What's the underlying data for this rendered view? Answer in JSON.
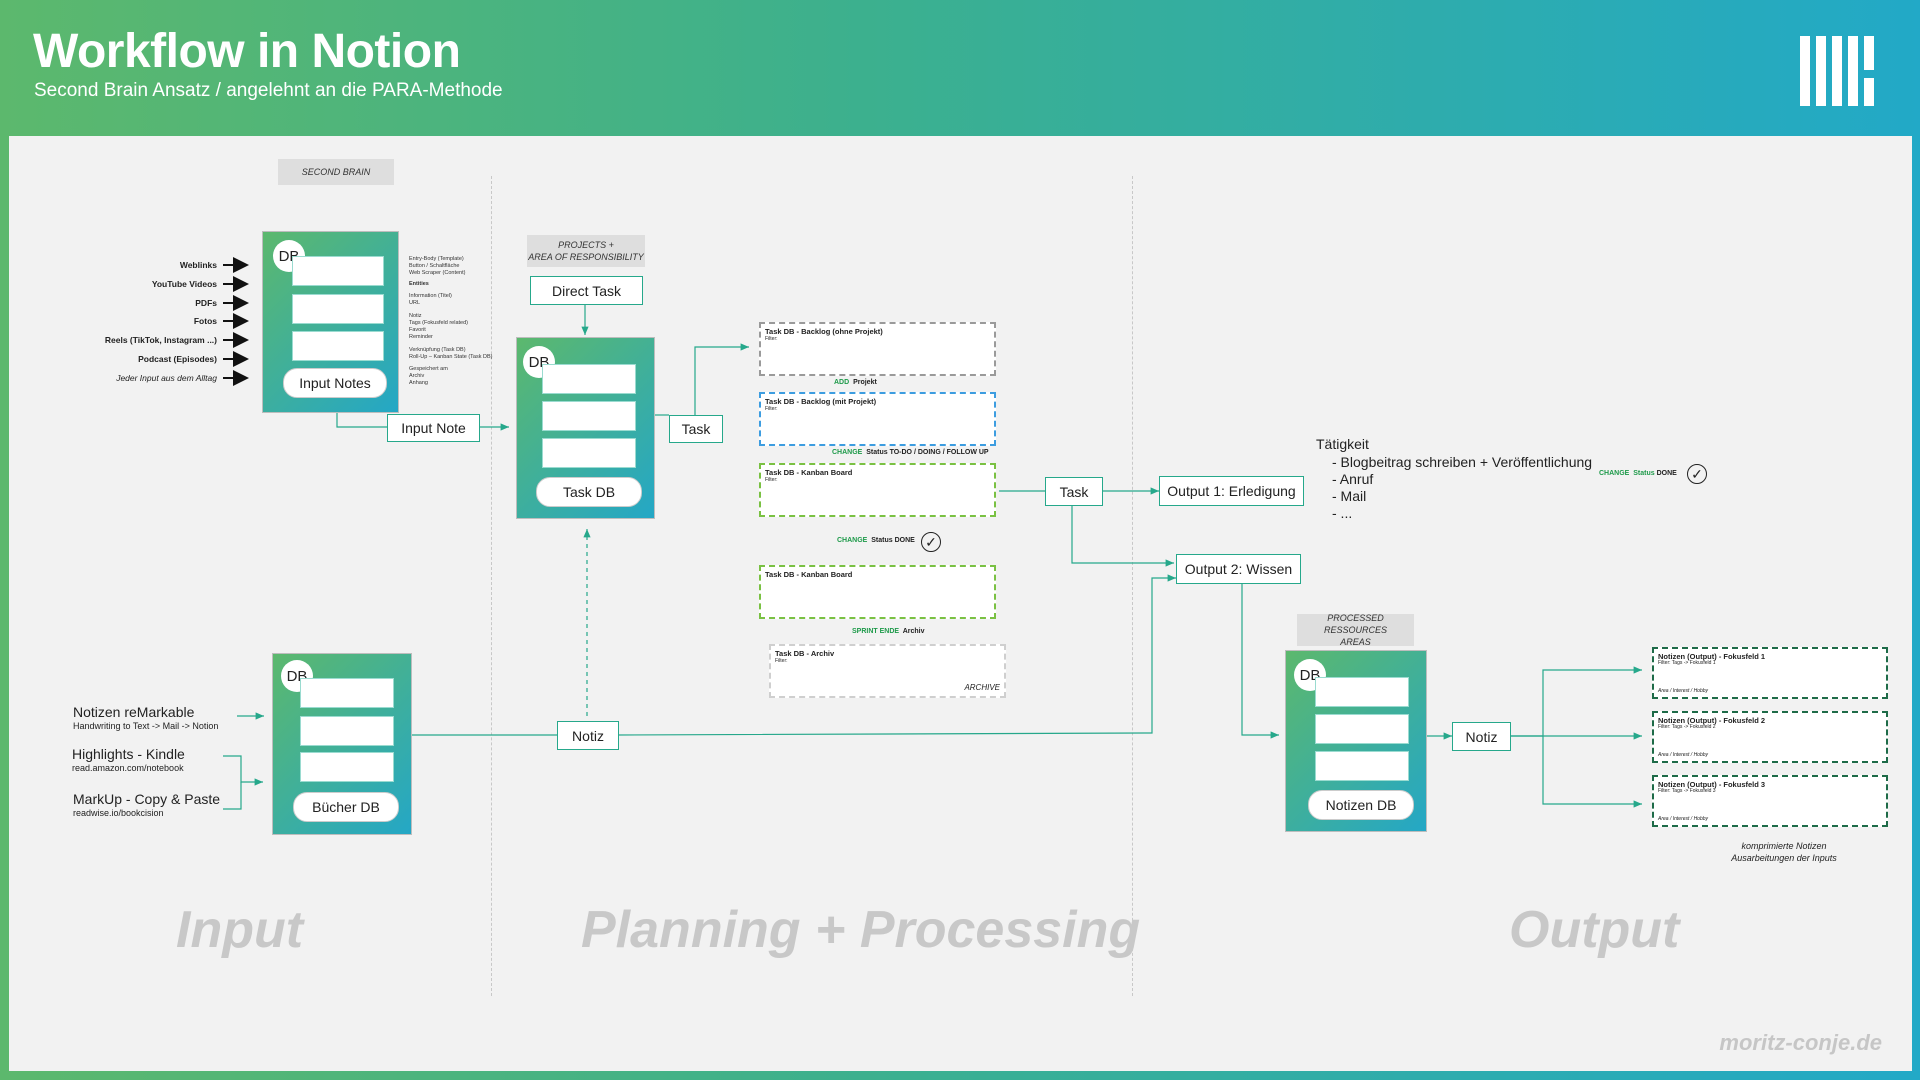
{
  "header": {
    "title": "Workflow in Notion",
    "subtitle": "Second Brain Ansatz / angelehnt an die PARA-Methode"
  },
  "colors": {
    "accent_green": "#5cb86d",
    "accent_teal": "#22a9c7",
    "line": "#26a88b",
    "dash_grey": "#9a9a9a",
    "dash_blue": "#3d9de0",
    "dash_green": "#7ac143",
    "dash_dark": "#1e6b48"
  },
  "sections": {
    "input": "Input",
    "planning": "Planning + Processing",
    "output": "Output"
  },
  "second_brain": {
    "label": "SECOND BRAIN",
    "db": "DB",
    "name": "Input Notes",
    "sources": [
      "Weblinks",
      "YouTube Videos",
      "PDFs",
      "Fotos",
      "Reels (TikTok, Instagram ...)",
      "Podcast (Episodes)",
      "Jeder Input aus dem Alltag"
    ],
    "props": [
      "Entry-Body (Template)",
      "Button / Schaltfläche",
      "Web Scraper (Content)",
      "Entities",
      "Information (Titel)",
      "URL",
      "Notiz",
      "Tags (Fokusfeld related)",
      "Favorit",
      "Reminder",
      "Verknüpfung (Task DB)",
      "Roll-Up – Kanban State (Task DB)",
      "Gespeichert am",
      "Archiv",
      "Anhang"
    ]
  },
  "projects": {
    "label_line1": "PROJECTS +",
    "label_line2": "AREA OF RESPONSIBILITY",
    "direct_task": "Direct Task",
    "db": "DB",
    "name": "Task DB"
  },
  "nodes": {
    "input_note": "Input Note",
    "task1": "Task",
    "task2": "Task",
    "notiz1": "Notiz",
    "notiz2": "Notiz",
    "output1": "Output 1: Erledigung",
    "output2": "Output 2: Wissen"
  },
  "task_boards": [
    {
      "title": "Task DB - Backlog (ohne Projekt)",
      "filter": "Filter:"
    },
    {
      "title": "Task DB - Backlog (mit Projekt)",
      "filter": "Filter:"
    },
    {
      "title": "Task DB - Kanban Board",
      "filter": "Filter:"
    },
    {
      "title": "Task DB - Kanban Board",
      "filter": ""
    },
    {
      "title": "Task DB - Archiv",
      "filter": "Filter:",
      "corner": "ARCHIVE"
    }
  ],
  "transitions": [
    {
      "keyword": "ADD",
      "text": "Projekt"
    },
    {
      "keyword": "CHANGE",
      "text": "Status TO-DO / DOING / FOLLOW UP"
    },
    {
      "keyword": "CHANGE",
      "text": "Status DONE"
    },
    {
      "keyword": "SPRINT ENDE",
      "text": "Archiv"
    }
  ],
  "activities": {
    "title": "Tätigkeit",
    "items": [
      "- Blogbeitrag schreiben + Veröffentlichung",
      "- Anruf",
      "- Mail",
      "- ..."
    ],
    "keyword": "CHANGE",
    "status_label": "Status",
    "status": "DONE"
  },
  "books": {
    "db": "DB",
    "name": "Bücher DB",
    "sources": [
      {
        "title": "Notizen reMarkable",
        "sub": "Handwriting to Text -> Mail -> Notion"
      },
      {
        "title": "Highlights - Kindle",
        "sub": "read.amazon.com/notebook"
      },
      {
        "title": "MarkUp - Copy & Paste",
        "sub": "readwise.io/bookcision"
      }
    ]
  },
  "resources": {
    "label_line1": "PROCESSED RESSOURCES",
    "label_line2": "AREAS",
    "db": "DB",
    "name": "Notizen DB"
  },
  "output_boards": [
    {
      "title": "Notizen (Output) - Fokusfeld 1",
      "filter": "Filter: Tags -> Fokusfeld 1",
      "foot": "Area / Interest / Hobby"
    },
    {
      "title": "Notizen (Output) - Fokusfeld 2",
      "filter": "Filter: Tags -> Fokusfeld 2",
      "foot": "Area / Interest / Hobby"
    },
    {
      "title": "Notizen (Output) - Fokusfeld 3",
      "filter": "Filter: Tags -> Fokusfeld 3",
      "foot": "Area / Interest / Hobby"
    }
  ],
  "output_caption": {
    "line1": "komprimierte Notizen",
    "line2": "Ausarbeitungen der Inputs"
  },
  "footer": {
    "site": "moritz-conje.de"
  }
}
